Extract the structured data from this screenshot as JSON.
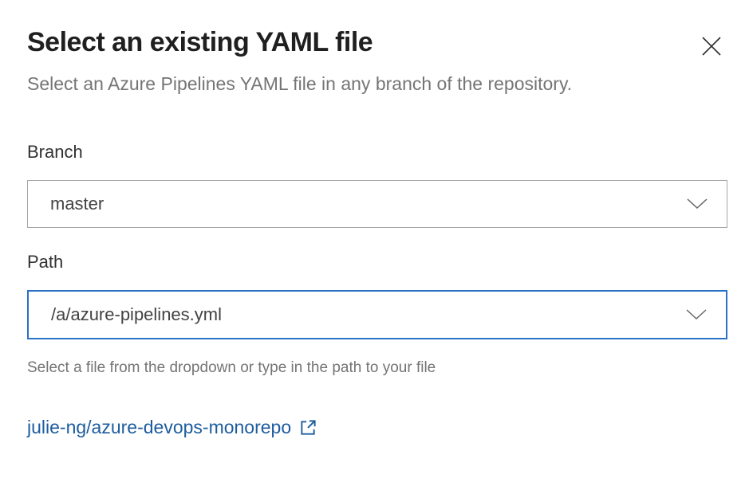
{
  "dialog": {
    "title": "Select an existing YAML file",
    "subtitle": "Select an Azure Pipelines YAML file in any branch of the repository."
  },
  "form": {
    "branch": {
      "label": "Branch",
      "value": "master"
    },
    "path": {
      "label": "Path",
      "value": "/a/azure-pipelines.yml",
      "helper": "Select a file from the dropdown or type in the path to your file"
    }
  },
  "footer": {
    "repo_link": "julie-ng/azure-devops-monorepo"
  },
  "icons": {
    "close": "x-icon",
    "dropdown": "chevron-down-icon",
    "external": "external-link-icon"
  },
  "colors": {
    "focus_border": "#2b72c4",
    "field_border": "#a6a6a6",
    "link": "#1d5c9e",
    "title_text": "#1f1f1f",
    "muted_text": "#757575"
  }
}
